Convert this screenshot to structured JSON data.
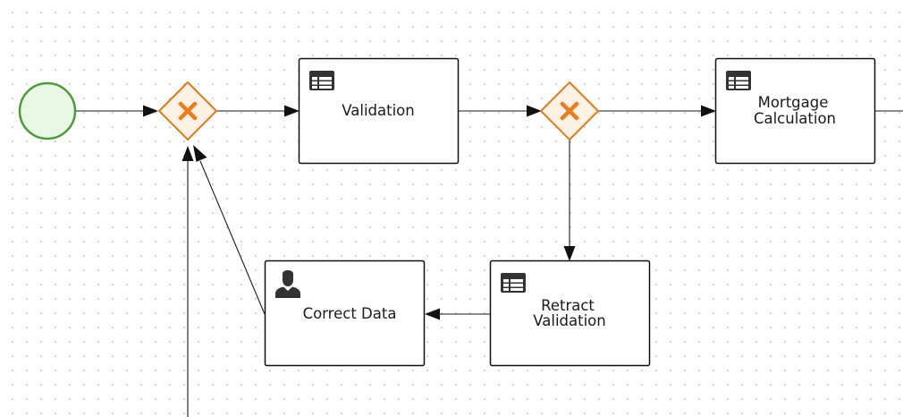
{
  "diagram": {
    "tasks": {
      "validation": {
        "lines": [
          "Validation"
        ],
        "icon": "business-rule-icon"
      },
      "mortgage_calculation": {
        "lines": [
          "Mortgage",
          "Calculation"
        ],
        "icon": "business-rule-icon"
      },
      "retract_validation": {
        "lines": [
          "Retract",
          "Validation"
        ],
        "icon": "business-rule-icon"
      },
      "correct_data": {
        "lines": [
          "Correct Data"
        ],
        "icon": "user-task-icon"
      }
    },
    "gateways": [
      "exclusive-gateway-1",
      "exclusive-gateway-2"
    ],
    "start_event": "start-event",
    "colors": {
      "gateway_stroke": "#e07b1e",
      "gateway_fill": "#fdf1e3",
      "start_stroke": "#4e9b3b",
      "start_fill": "#e9f8e4",
      "icon": "#333333"
    }
  }
}
